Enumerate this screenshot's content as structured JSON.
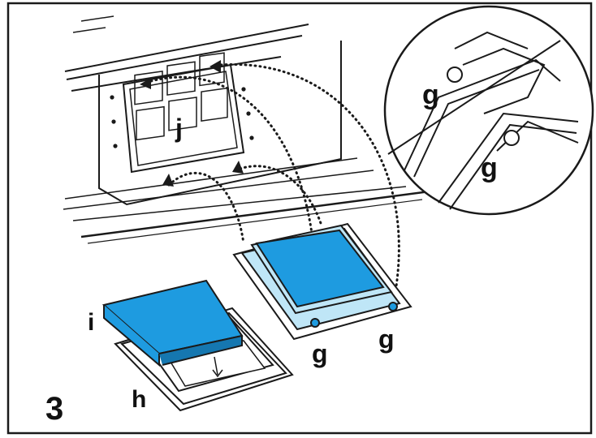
{
  "figure": {
    "step_number": "3",
    "labels": {
      "i": "i",
      "h": "h",
      "j": "j",
      "g_front_left": "g",
      "g_front_right": "g",
      "g_detail_top": "g",
      "g_detail_bottom": "g"
    }
  },
  "colors": {
    "filter_blue": "#1e9be0",
    "filter_light_blue": "#bfe6f7",
    "line": "#1a1a1a",
    "background": "#ffffff"
  }
}
